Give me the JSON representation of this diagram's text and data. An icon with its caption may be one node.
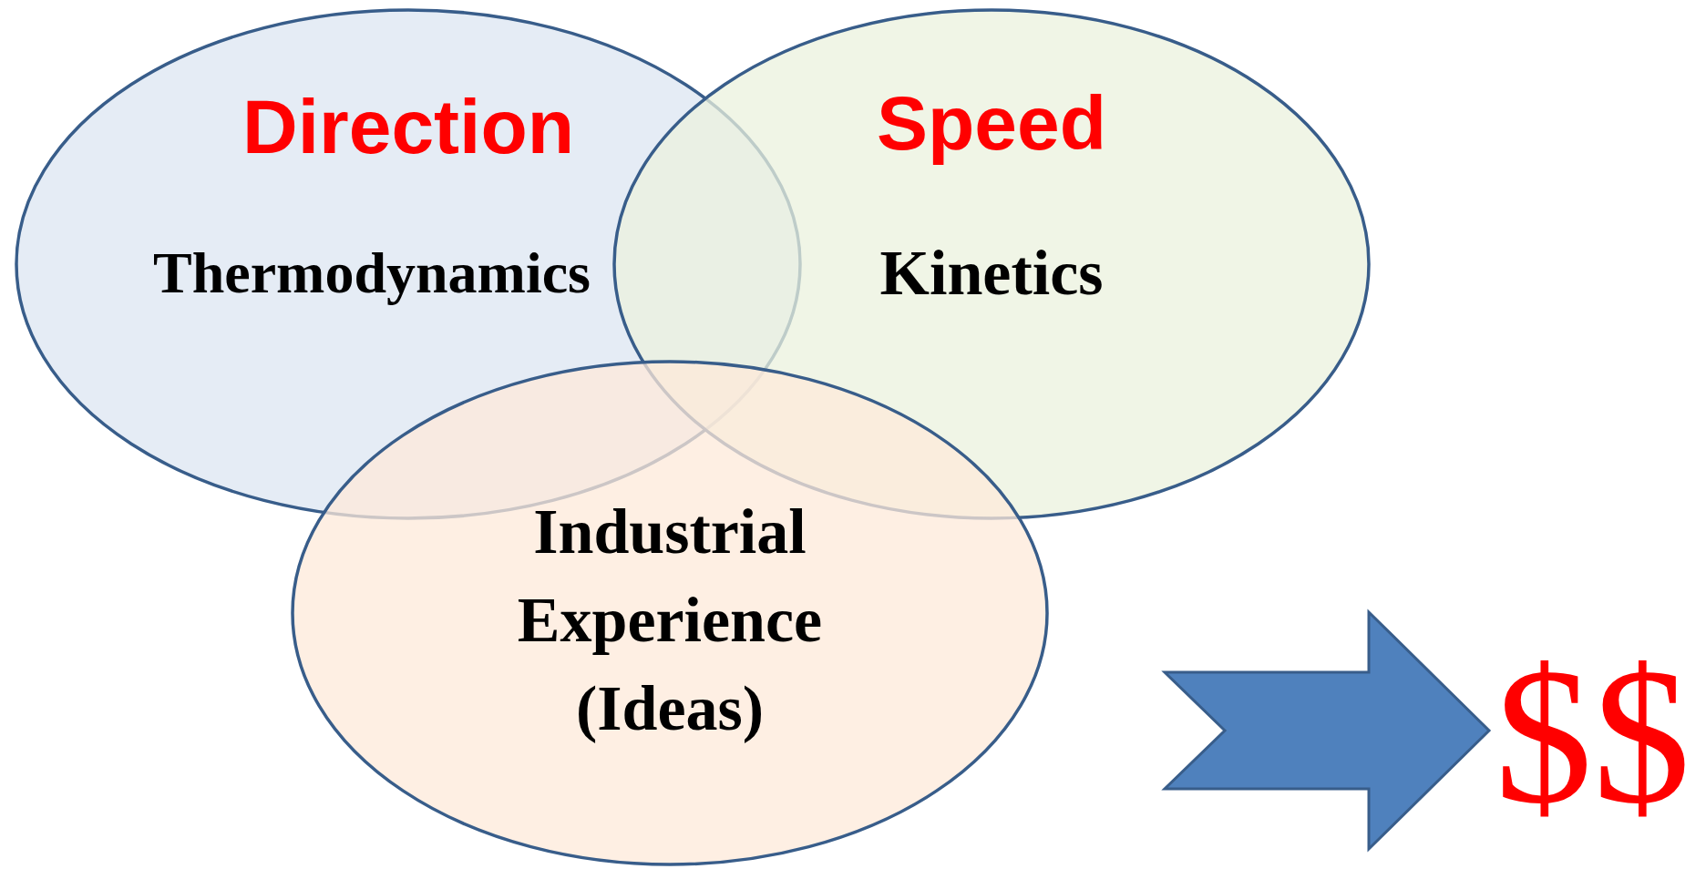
{
  "diagram": {
    "nodes": [
      {
        "text": [
          "Direction",
          "Thermodynamics"
        ]
      },
      {
        "text": [
          "Speed",
          "Kinetics"
        ]
      },
      {
        "text": [
          "Industrial Experience (Ideas)"
        ]
      },
      {
        "text": [
          "$$"
        ]
      }
    ],
    "edges": [
      {
        "from": null,
        "to": 3,
        "arrow": "to",
        "style": "thick"
      }
    ]
  }
}
